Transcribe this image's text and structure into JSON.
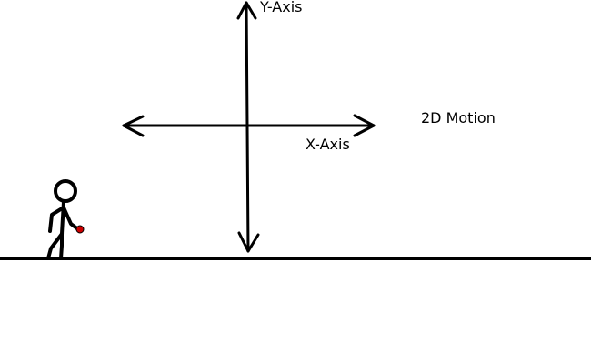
{
  "labels": {
    "y_axis": "Y-Axis",
    "x_axis": "X-Axis",
    "title": "2D Motion"
  },
  "colors": {
    "ink": "#000000",
    "ball": "#cc0000",
    "background": "#ffffff"
  },
  "figure": {
    "description_icon": "stick-figure-icon",
    "ball_icon": "ball-icon"
  }
}
